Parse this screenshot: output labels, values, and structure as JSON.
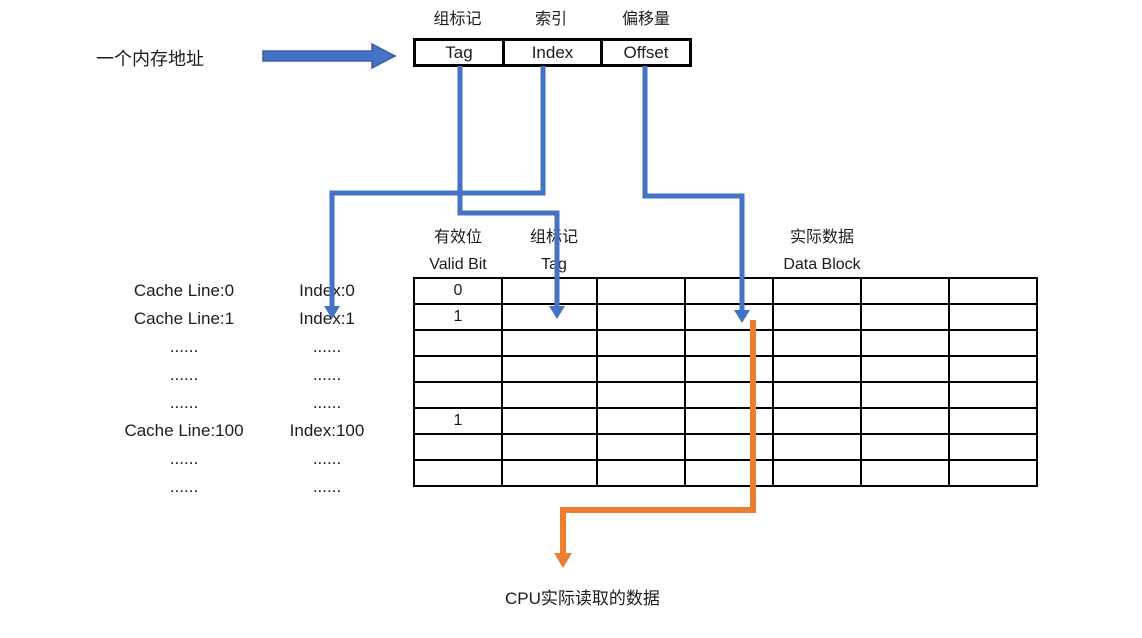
{
  "colors": {
    "arrow_blue": "#4472C4",
    "arrow_blue_edge": "#3A5DA8",
    "arrow_orange": "#ED7D31",
    "valid_zero_fill": "#FFC000",
    "valid_one_fill": "#92D050",
    "data_block_fill": "#E2EFDA",
    "data_block_highlight_fill": "#92D050",
    "border": "#000000"
  },
  "address": {
    "label": "一个内存地址",
    "field_labels_cn": {
      "tag": "组标记",
      "index": "索引",
      "offset": "偏移量"
    },
    "fields": {
      "tag": "Tag",
      "index": "Index",
      "offset": "Offset"
    }
  },
  "cache_table": {
    "headers": {
      "valid_cn": "有效位",
      "valid_en": "Valid Bit",
      "tag_cn": "组标记",
      "tag_en": "Tag",
      "data_cn": "实际数据",
      "data_en": "Data Block"
    },
    "data_columns": 5,
    "rows": [
      {
        "cache_line": "Cache Line:0",
        "index": "Index:0",
        "valid": "0"
      },
      {
        "cache_line": "Cache Line:1",
        "index": "Index:1",
        "valid": "1"
      },
      {
        "cache_line": "......",
        "index": "......",
        "valid": ""
      },
      {
        "cache_line": "......",
        "index": "......",
        "valid": ""
      },
      {
        "cache_line": "......",
        "index": "......",
        "valid": ""
      },
      {
        "cache_line": "Cache Line:100",
        "index": "Index:100",
        "valid": "1"
      },
      {
        "cache_line": "......",
        "index": "......",
        "valid": ""
      },
      {
        "cache_line": "......",
        "index": "......",
        "valid": ""
      }
    ]
  },
  "footer": {
    "cpu_read_label": "CPU实际读取的数据"
  }
}
